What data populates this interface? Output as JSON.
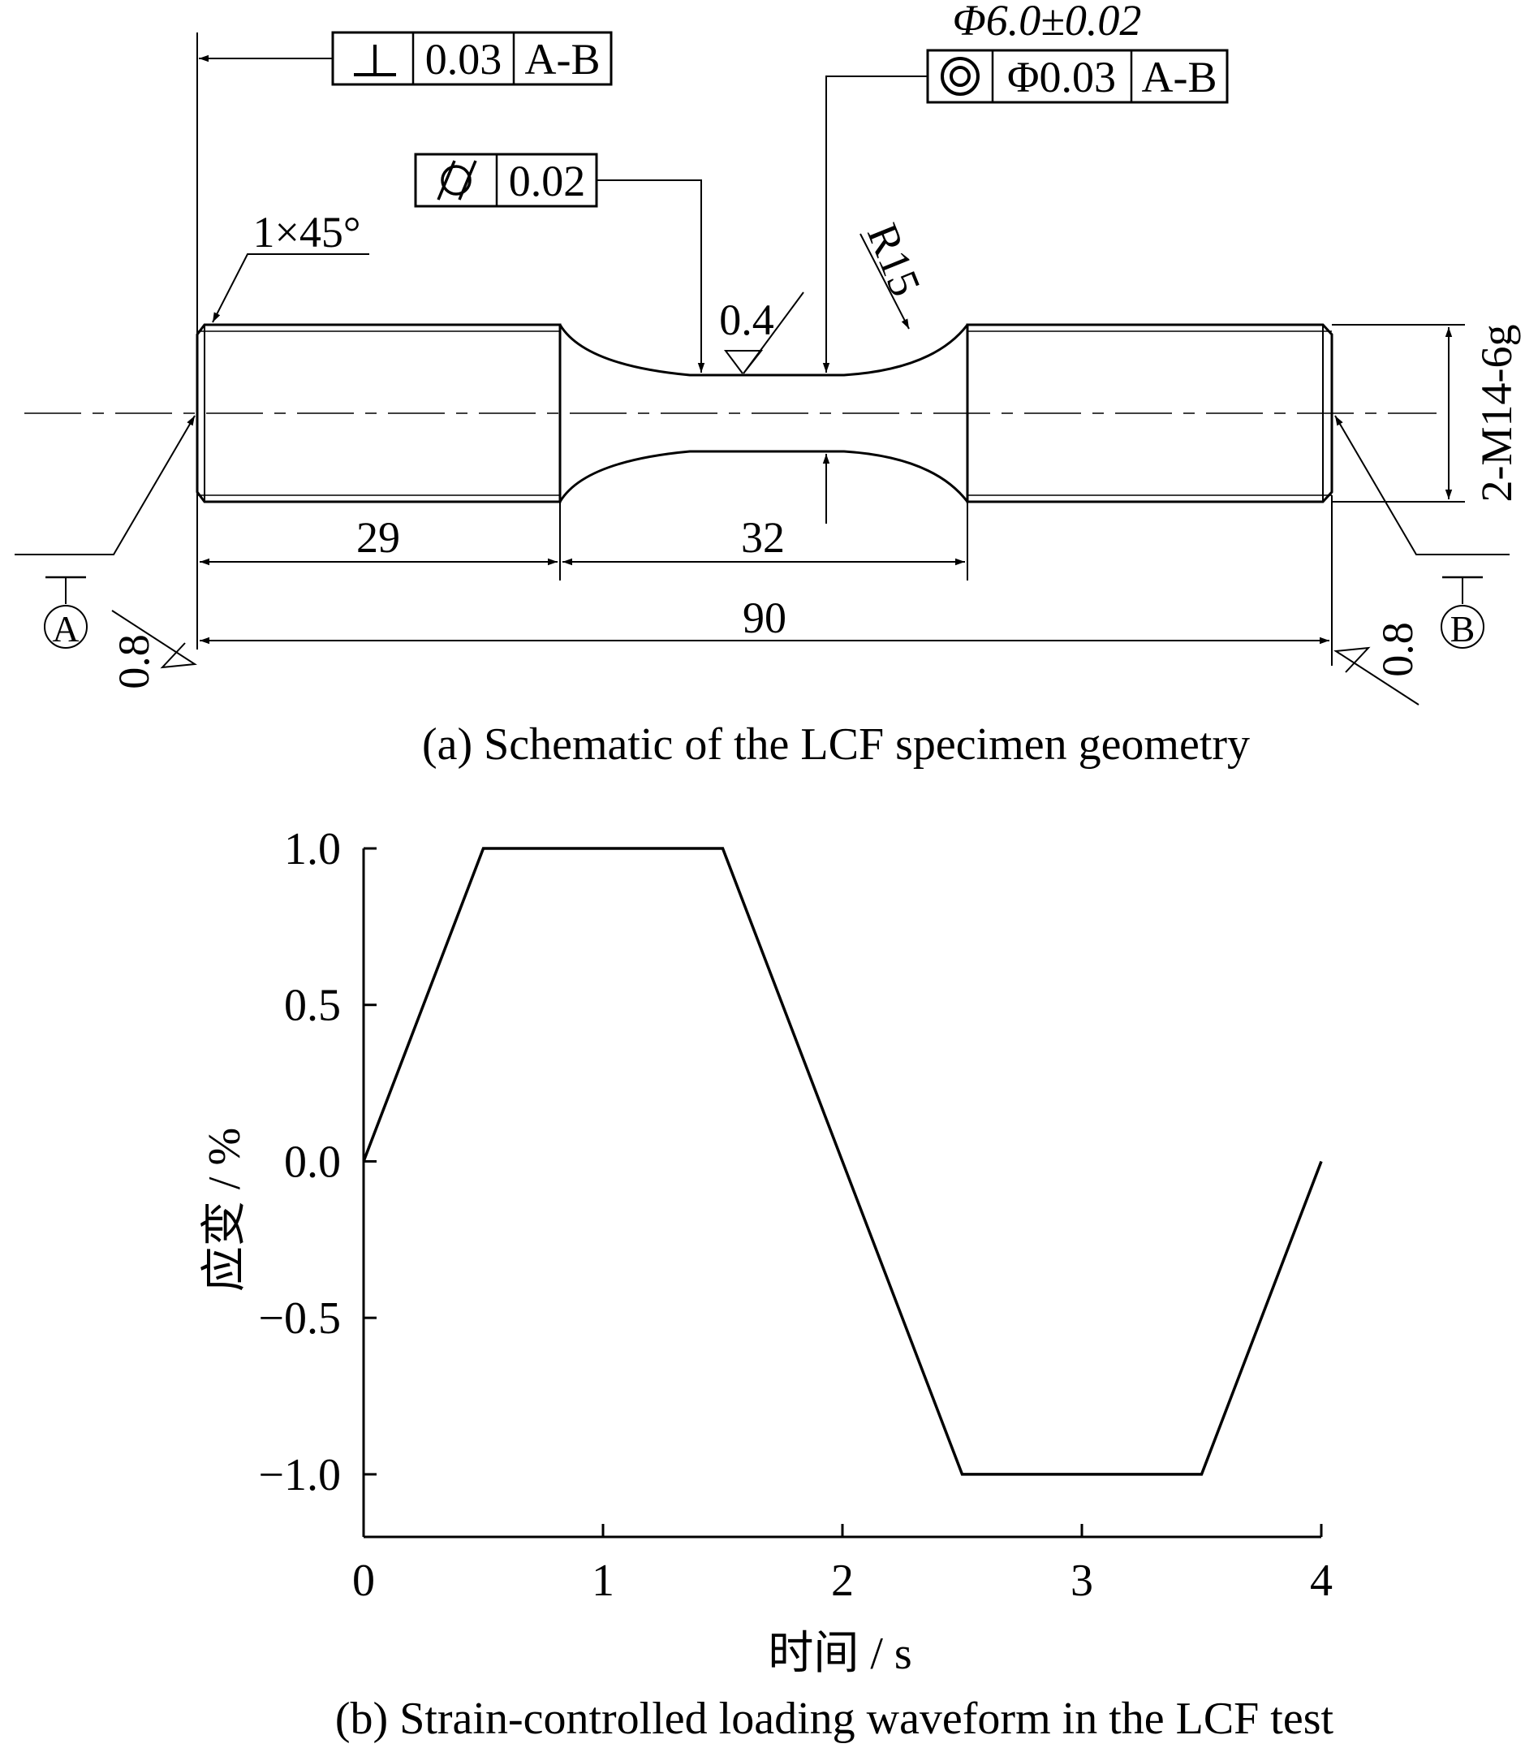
{
  "figure_a": {
    "caption": "(a) Schematic of the LCF specimen geometry",
    "perpendicularity": {
      "value": "0.03",
      "datum": "A-B"
    },
    "concentricity": {
      "top": "Φ6.0±0.02",
      "value": "Φ0.03",
      "datum": "A-B"
    },
    "cylindricity": {
      "value": "0.02"
    },
    "chamfer": "1×45°",
    "radius": "R15",
    "gauge_roughness": "0.4",
    "thread": "2-M14-6g",
    "dim_left": "29",
    "dim_middle": "32",
    "dim_total": "90",
    "datum_a": "A",
    "datum_b": "B",
    "roughness_left": "0.8",
    "roughness_right": "0.8"
  },
  "figure_b": {
    "caption": "(b) Strain-controlled loading waveform in the LCF test"
  },
  "chart_data": {
    "type": "line",
    "xlabel": "时间 / s",
    "ylabel": "应变 / %",
    "xlim": [
      0,
      4
    ],
    "ylim": [
      -1.2,
      1.0
    ],
    "x_ticks": [
      "0",
      "1",
      "2",
      "3",
      "4"
    ],
    "y_ticks": [
      "1.0",
      "0.5",
      "0.0",
      "−0.5",
      "−1.0"
    ],
    "x": [
      0,
      0.5,
      1.5,
      2.5,
      3.5,
      4
    ],
    "y": [
      0,
      1,
      1,
      -1,
      -1,
      0
    ]
  }
}
